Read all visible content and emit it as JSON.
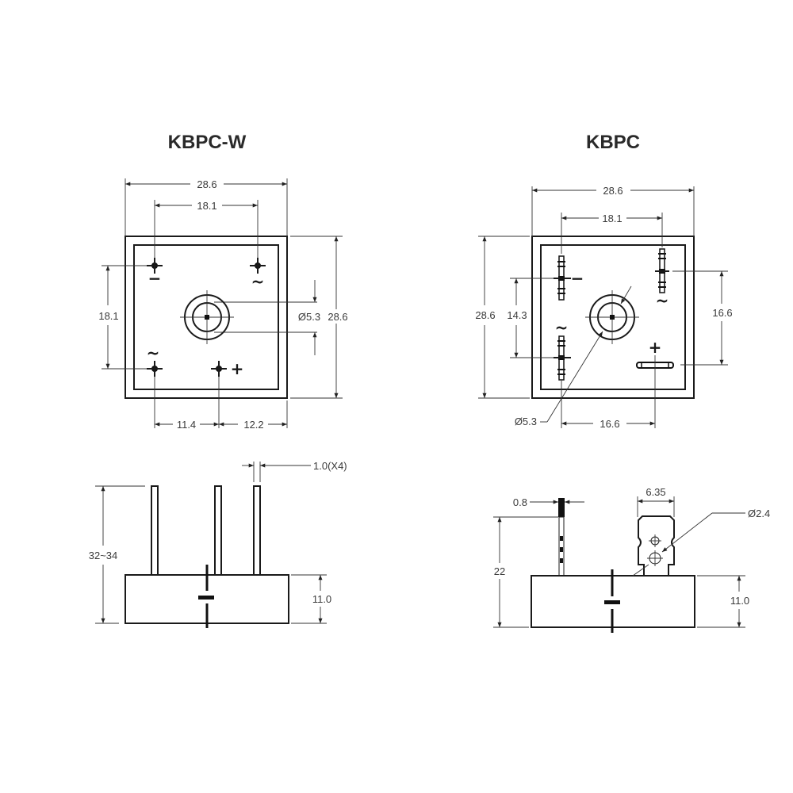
{
  "kbpcw": {
    "title": "KBPC-W",
    "top_view": {
      "width": "28.6",
      "pin_spacing_h": "18.1",
      "pin_spacing_v": "18.1",
      "height": "28.6",
      "hole_diameter": "Ø5.3",
      "bottom_left": "11.4",
      "bottom_right": "12.2",
      "pin_labels": {
        "top_left": "−",
        "top_right": "~",
        "bottom_left": "~",
        "bottom_right": "+"
      }
    },
    "side_view": {
      "pin_width": "1.0(X4)",
      "total_height": "32~34",
      "body_height": "11.0"
    }
  },
  "kbpc": {
    "title": "KBPC",
    "top_view": {
      "width": "28.6",
      "pin_spacing_h": "18.1",
      "height": "28.6",
      "left_spacing": "14.3",
      "right_spacing": "16.6",
      "hole_diameter": "Ø5.3",
      "bottom_spacing": "16.6",
      "pin_labels": {
        "top_left": "−",
        "top_right": "~",
        "bottom_left": "~",
        "bottom_right": "+"
      }
    },
    "side_view": {
      "pin_thickness": "0.8",
      "tab_width": "6.35",
      "tab_hole": "Ø2.4",
      "total_height": "22",
      "body_height": "11.0"
    }
  }
}
